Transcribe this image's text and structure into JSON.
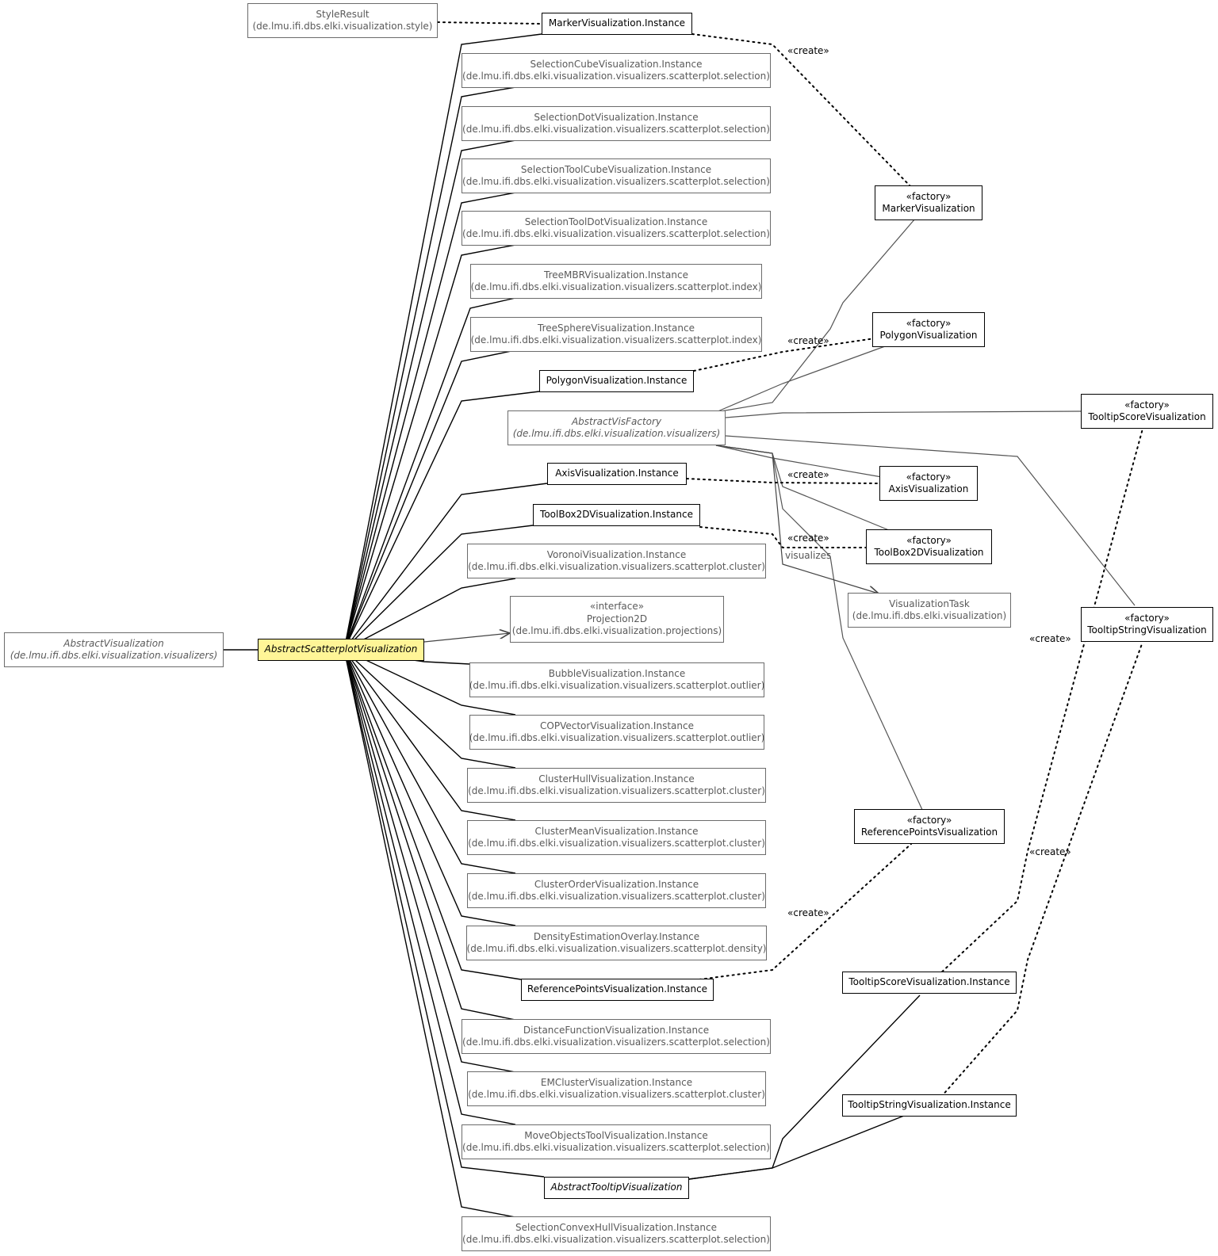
{
  "nodes": {
    "style_result": {
      "name": "StyleResult",
      "pkg": "(de.lmu.ifi.dbs.elki.visualization.style)"
    },
    "marker_instance": {
      "name": "MarkerVisualization.Instance"
    },
    "selection_cube": {
      "name": "SelectionCubeVisualization.Instance",
      "pkg": "(de.lmu.ifi.dbs.elki.visualization.visualizers.scatterplot.selection)"
    },
    "selection_dot": {
      "name": "SelectionDotVisualization.Instance",
      "pkg": "(de.lmu.ifi.dbs.elki.visualization.visualizers.scatterplot.selection)"
    },
    "selection_tool_cube": {
      "name": "SelectionToolCubeVisualization.Instance",
      "pkg": "(de.lmu.ifi.dbs.elki.visualization.visualizers.scatterplot.selection)"
    },
    "selection_tool_dot": {
      "name": "SelectionToolDotVisualization.Instance",
      "pkg": "(de.lmu.ifi.dbs.elki.visualization.visualizers.scatterplot.selection)"
    },
    "tree_mbr": {
      "name": "TreeMBRVisualization.Instance",
      "pkg": "(de.lmu.ifi.dbs.elki.visualization.visualizers.scatterplot.index)"
    },
    "tree_sphere": {
      "name": "TreeSphereVisualization.Instance",
      "pkg": "(de.lmu.ifi.dbs.elki.visualization.visualizers.scatterplot.index)"
    },
    "polygon_instance": {
      "name": "PolygonVisualization.Instance"
    },
    "abstract_vis_factory": {
      "name": "AbstractVisFactory",
      "pkg": "(de.lmu.ifi.dbs.elki.visualization.visualizers)"
    },
    "axis_instance": {
      "name": "AxisVisualization.Instance"
    },
    "toolbox_instance": {
      "name": "ToolBox2DVisualization.Instance"
    },
    "voronoi": {
      "name": "VoronoiVisualization.Instance",
      "pkg": "(de.lmu.ifi.dbs.elki.visualization.visualizers.scatterplot.cluster)"
    },
    "projection2d": {
      "stereo": "«interface»",
      "name": "Projection2D",
      "pkg": "(de.lmu.ifi.dbs.elki.visualization.projections)"
    },
    "abstract_visualization": {
      "name": "AbstractVisualization",
      "pkg": "(de.lmu.ifi.dbs.elki.visualization.visualizers)"
    },
    "abstract_scatterplot": {
      "name": "AbstractScatterplotVisualization"
    },
    "bubble": {
      "name": "BubbleVisualization.Instance",
      "pkg": "(de.lmu.ifi.dbs.elki.visualization.visualizers.scatterplot.outlier)"
    },
    "cop_vector": {
      "name": "COPVectorVisualization.Instance",
      "pkg": "(de.lmu.ifi.dbs.elki.visualization.visualizers.scatterplot.outlier)"
    },
    "cluster_hull": {
      "name": "ClusterHullVisualization.Instance",
      "pkg": "(de.lmu.ifi.dbs.elki.visualization.visualizers.scatterplot.cluster)"
    },
    "cluster_mean": {
      "name": "ClusterMeanVisualization.Instance",
      "pkg": "(de.lmu.ifi.dbs.elki.visualization.visualizers.scatterplot.cluster)"
    },
    "cluster_order": {
      "name": "ClusterOrderVisualization.Instance",
      "pkg": "(de.lmu.ifi.dbs.elki.visualization.visualizers.scatterplot.cluster)"
    },
    "density": {
      "name": "DensityEstimationOverlay.Instance",
      "pkg": "(de.lmu.ifi.dbs.elki.visualization.visualizers.scatterplot.density)"
    },
    "refpoints_instance": {
      "name": "ReferencePointsVisualization.Instance"
    },
    "distance_function": {
      "name": "DistanceFunctionVisualization.Instance",
      "pkg": "(de.lmu.ifi.dbs.elki.visualization.visualizers.scatterplot.selection)"
    },
    "em_cluster": {
      "name": "EMClusterVisualization.Instance",
      "pkg": "(de.lmu.ifi.dbs.elki.visualization.visualizers.scatterplot.cluster)"
    },
    "move_objects": {
      "name": "MoveObjectsToolVisualization.Instance",
      "pkg": "(de.lmu.ifi.dbs.elki.visualization.visualizers.scatterplot.selection)"
    },
    "abstract_tooltip": {
      "name": "AbstractTooltipVisualization"
    },
    "selection_convex_hull": {
      "name": "SelectionConvexHullVisualization.Instance",
      "pkg": "(de.lmu.ifi.dbs.elki.visualization.visualizers.scatterplot.selection)"
    },
    "marker_factory": {
      "stereo": "«factory»",
      "name": "MarkerVisualization"
    },
    "polygon_factory": {
      "stereo": "«factory»",
      "name": "PolygonVisualization"
    },
    "tooltip_score_factory": {
      "stereo": "«factory»",
      "name": "TooltipScoreVisualization"
    },
    "axis_factory": {
      "stereo": "«factory»",
      "name": "AxisVisualization"
    },
    "toolbox_factory": {
      "stereo": "«factory»",
      "name": "ToolBox2DVisualization"
    },
    "visualization_task": {
      "name": "VisualizationTask",
      "pkg": "(de.lmu.ifi.dbs.elki.visualization)"
    },
    "tooltip_string_factory": {
      "stereo": "«factory»",
      "name": "TooltipStringVisualization"
    },
    "refpoints_factory": {
      "stereo": "«factory»",
      "name": "ReferencePointsVisualization"
    },
    "tooltip_score_instance": {
      "name": "TooltipScoreVisualization.Instance"
    },
    "tooltip_string_instance": {
      "name": "TooltipStringVisualization.Instance"
    }
  },
  "labels": {
    "create": "«create»",
    "visualizes": "visualizes"
  },
  "colors": {
    "highlight": "#fff597",
    "strong_line": "#000000",
    "weak_line": "#555555",
    "external_text": "#5a5a5a"
  }
}
